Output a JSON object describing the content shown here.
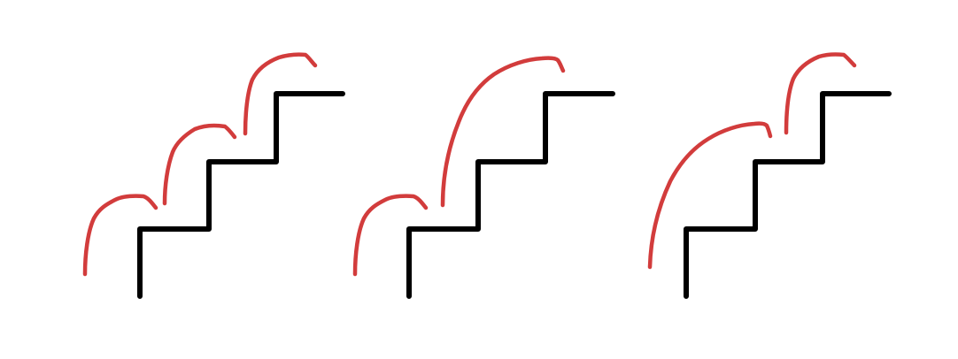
{
  "colors": {
    "background": "#ffffff",
    "stairs": "#000000",
    "jumps": "#d23c3c"
  },
  "diagrams": [
    {
      "id": "left",
      "steps": 3,
      "jumps": [
        1,
        1,
        1
      ]
    },
    {
      "id": "middle",
      "steps": 3,
      "jumps": [
        1,
        2
      ]
    },
    {
      "id": "right",
      "steps": 3,
      "jumps": [
        2,
        1
      ]
    }
  ]
}
